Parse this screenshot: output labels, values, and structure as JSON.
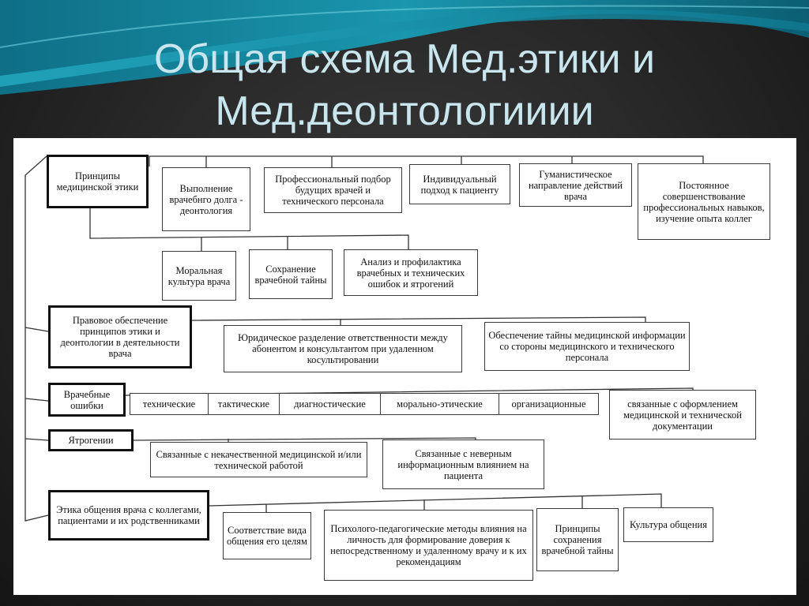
{
  "title": {
    "line1": "Общая схема Мед.этики и",
    "line2": "Мед.деонтологииии"
  },
  "colors": {
    "title": "#c9e6ee",
    "accent": "#1a8fa8",
    "background": "#262626",
    "scheme_bg": "#ffffff"
  },
  "categories": {
    "principles": "Принципы медицинской этики",
    "legal": "Правовое обеспечение принципов этики и деонтологии в деятельности врача",
    "errors": "Врачебные ошибки",
    "iatrogeny": "Ятрогении",
    "communication": "Этика общения врача с коллегами, пациентами и их родственниками"
  },
  "principles_items": {
    "duty": "Выполнение врачебнго долга - деонтология",
    "selection": "Профессиональный подбор будущих врачей и технического персонала",
    "individual": "Индивидуальный подход к пациенту",
    "humanistic": "Гуманистическое направление действий врача",
    "improvement": "Постоянное совершенствование профессиональных навыков, изучение опыта коллег",
    "moral_culture": "Моральная культура врача",
    "secrecy": "Сохранение врачебной тайны",
    "analysis": "Анализ и профилактика врачебных и технических ошибок и ятрогений"
  },
  "legal_items": {
    "responsibility": "Юридическое разделение ответственности между абонентом и консультантом при удаленном косультировании",
    "secrecy_info": "Обеспечение тайны медицинской информации со стороны медицинского и технического персонала"
  },
  "error_items": {
    "technical": "технические",
    "tactical": "тактические",
    "diagnostic": "диагностические",
    "moral_ethical": "морально-этические",
    "organizational": "организационные",
    "documentation": "связанные с оформлением медицинской и технической документации"
  },
  "iatrogeny_items": {
    "low_quality": "Связанные с некачественной медицинской и/или технической работой",
    "wrong_info": "Связанные с неверным информационным влиянием на пациента"
  },
  "communication_items": {
    "correspondence": "Соответствие вида общения его целям",
    "methods": "Психолого-педагогические методы влияния на личность для формирование доверия к непосредственному и удаленному врачу и к их рекомендациям",
    "secrecy_principles": "Принципы сохранения врачебной тайны",
    "culture": "Культура общения"
  }
}
